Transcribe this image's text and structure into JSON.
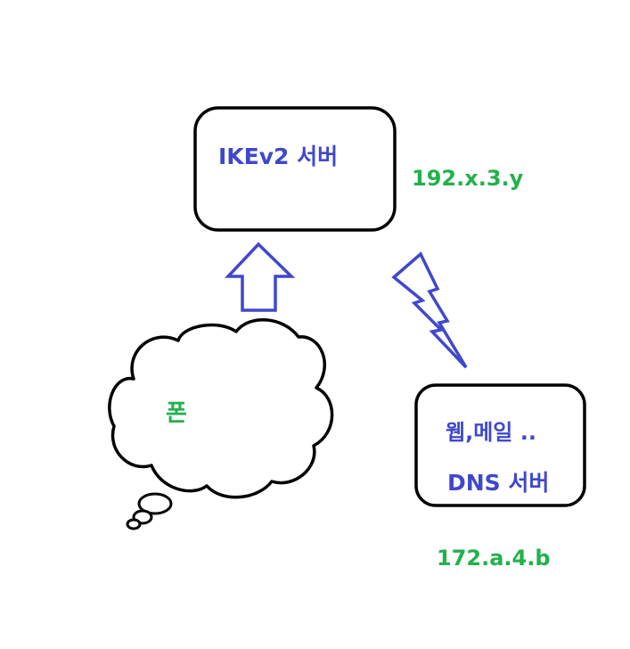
{
  "colors": {
    "outline": "#000000",
    "accent_blue": "#3f48cc",
    "accent_green": "#22b14c",
    "background": "#ffffff"
  },
  "ikev2_server": {
    "label": "IKEv2 서버",
    "ip": "192.x.3.y"
  },
  "phone": {
    "label": "폰"
  },
  "services_server": {
    "line1": "웹,메일 ..",
    "line2": "DNS 서버",
    "ip": "172.a.4.b"
  },
  "icons": {
    "arrow": "up-arrow-icon",
    "bolt": "lightning-bolt-icon",
    "cloud": "thought-cloud-icon"
  }
}
